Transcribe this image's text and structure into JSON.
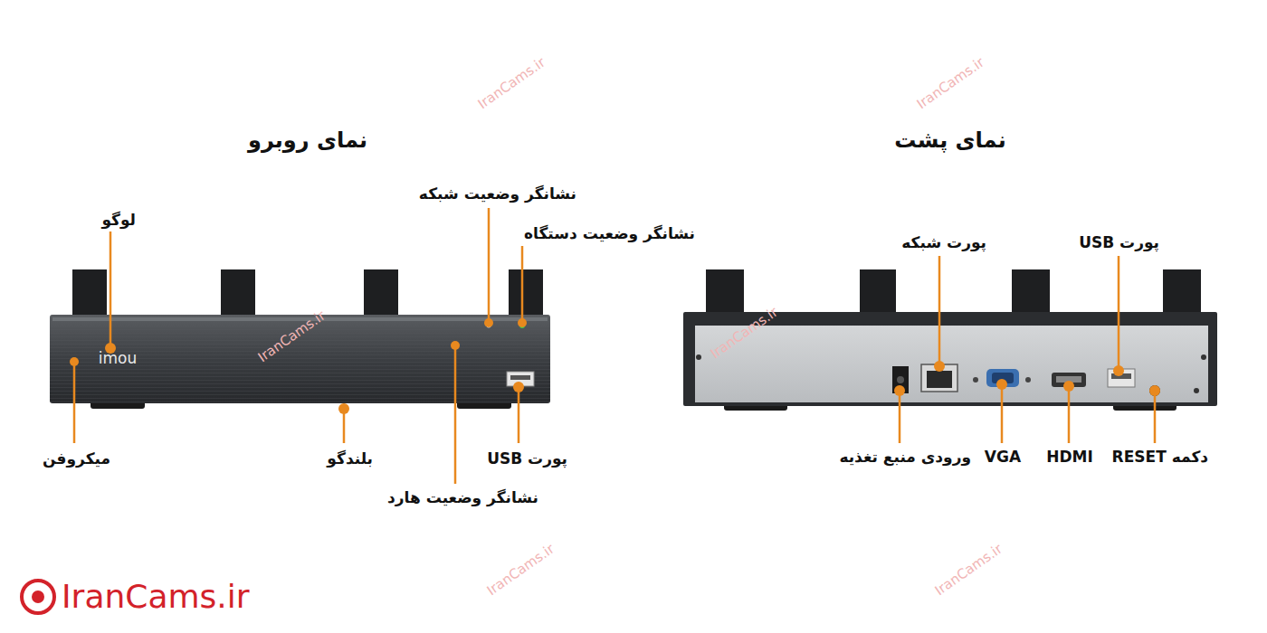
{
  "diagram": {
    "labels": [
      "نمای روبرو",
      "نمای پشت",
      "لوگو",
      "نشانگر وضعیت شبکه",
      "نشانگر وضعیت دستگاه",
      "پورت شبکه",
      "پورت USB",
      "imou",
      "میکروفن",
      "بلندگو",
      "پورت USB",
      "نشانگر وضعیت هارد",
      "ورودی منبع تغذیه",
      "VGA",
      "HDMI",
      "دکمه RESET",
      "IranCams.ir",
      "IranCams.ir",
      "IranCams.ir",
      "IranCams.ir",
      "IranCams.ir",
      "IranCams.ir",
      "IranCams.ir"
    ]
  }
}
